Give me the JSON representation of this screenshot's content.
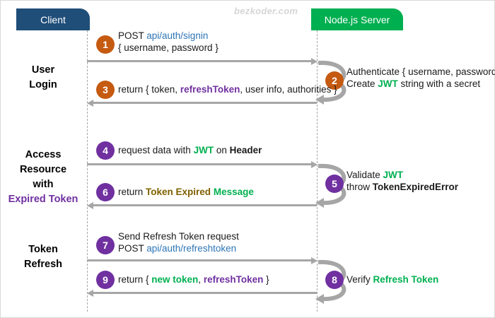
{
  "watermark": "bezkoder.com",
  "actors": {
    "client": {
      "label": "Client",
      "color": "#1f4e79"
    },
    "server": {
      "label": "Node.js Server",
      "color": "#00af50"
    }
  },
  "sections": [
    {
      "name": "user-login",
      "line1": "User",
      "line2": "Login",
      "line3": "",
      "line4": ""
    },
    {
      "name": "access-resource-expired-token",
      "line1": "Access",
      "line2": "Resource",
      "line3": "with",
      "line4": "Expired Token"
    },
    {
      "name": "token-refresh",
      "line1": "Token",
      "line2": "Refresh",
      "line3": "",
      "line4": ""
    }
  ],
  "steps": [
    {
      "number": "1",
      "badge_color": "#c55a11",
      "direction": "client-to-server",
      "line1_a": "POST ",
      "line1_url": "api/auth/signin",
      "line2": "{ username, password }"
    },
    {
      "number": "2",
      "badge_color": "#c55a11",
      "direction": "server-self",
      "line1": "Authenticate { username, password }",
      "line2_a": "Create ",
      "line2_green": "JWT",
      "line2_b": " string with a secret"
    },
    {
      "number": "3",
      "badge_color": "#c55a11",
      "direction": "server-to-client",
      "text_a": "return { token, ",
      "text_purple": "refreshToken",
      "text_b": ", user info, authorities }"
    },
    {
      "number": "4",
      "badge_color": "#7030a0",
      "direction": "client-to-server",
      "text_a": "request data with ",
      "text_green": "JWT",
      "text_b": " on ",
      "text_bold": "Header"
    },
    {
      "number": "5",
      "badge_color": "#7030a0",
      "direction": "server-self",
      "line1_a": "Validate ",
      "line1_green": "JWT",
      "line2_a": "throw ",
      "line2_bold": "TokenExpiredError"
    },
    {
      "number": "6",
      "badge_color": "#7030a0",
      "direction": "server-to-client",
      "text_a": "return ",
      "text_gold": "Token Expired",
      "text_green": "Message"
    },
    {
      "number": "7",
      "badge_color": "#7030a0",
      "direction": "client-to-server",
      "line1": "Send Refresh Token request",
      "line2_a": "POST ",
      "line2_url": "api/auth/refreshtoken"
    },
    {
      "number": "8",
      "badge_color": "#7030a0",
      "direction": "server-self",
      "text_a": "Verify ",
      "text_green": "Refresh Token"
    },
    {
      "number": "9",
      "badge_color": "#7030a0",
      "direction": "server-to-client",
      "text_a": "return { ",
      "text_green": "new token",
      "text_b": ", ",
      "text_purple": "refreshToken",
      "text_c": " }"
    }
  ],
  "colors": {
    "client_blue": "#1f4e79",
    "server_green": "#00af50",
    "badge_orange": "#c55a11",
    "badge_purple": "#7030a0",
    "arrow_gray": "#a6a6a6",
    "url_blue": "#2e75b6",
    "keyword_green": "#00b050",
    "keyword_purple": "#7030a0",
    "keyword_gold": "#7f6000"
  }
}
